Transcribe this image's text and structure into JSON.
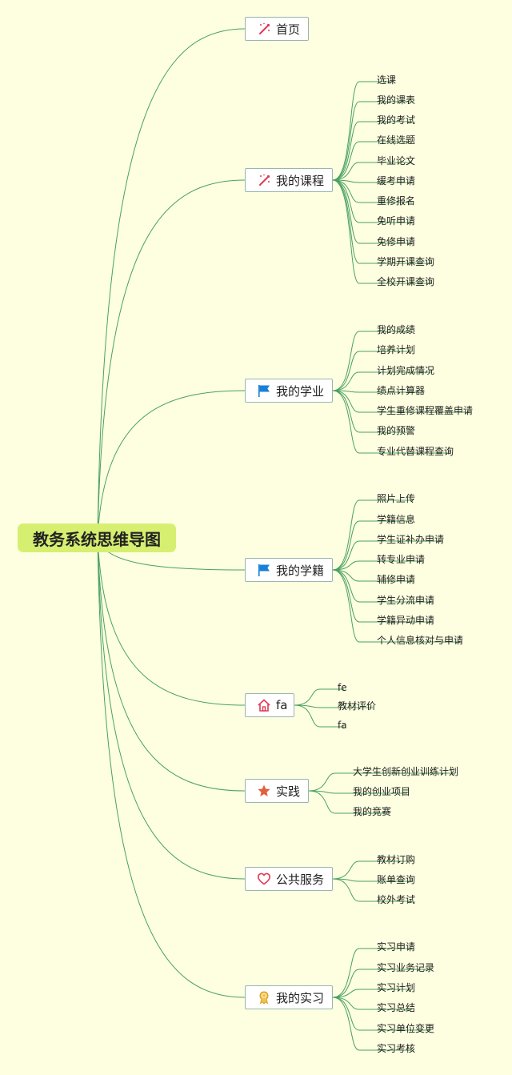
{
  "root": {
    "label": "教务系统思维导图"
  },
  "colors": {
    "background": "#fdffe0",
    "root_fill": "#d6ef70",
    "line": "#4aa163",
    "node_border": "#9bb5b0"
  },
  "branches": [
    {
      "label": "首页",
      "icon": "magic-wand-icon",
      "items": []
    },
    {
      "label": "我的课程",
      "icon": "magic-wand-icon",
      "items": [
        "选课",
        "我的课表",
        "我的考试",
        "在线选题",
        "毕业论文",
        "缓考申请",
        "重修报名",
        "免听申请",
        "免修申请",
        "学期开课查询",
        "全校开课查询"
      ]
    },
    {
      "label": "我的学业",
      "icon": "flag-icon",
      "items": [
        "我的成绩",
        "培养计划",
        "计划完成情况",
        "绩点计算器",
        "学生重修课程覆盖申请",
        "我的预警",
        "专业代替课程查询"
      ]
    },
    {
      "label": "我的学籍",
      "icon": "flag-icon",
      "items": [
        "照片上传",
        "学籍信息",
        "学生证补办申请",
        "转专业申请",
        "辅修申请",
        "学生分流申请",
        "学籍异动申请",
        "个人信息核对与申请"
      ]
    },
    {
      "label": "fa",
      "icon": "home-icon",
      "items": [
        "fe",
        "教材评价",
        "fa"
      ]
    },
    {
      "label": "实践",
      "icon": "star-icon",
      "items": [
        "大学生创新创业训练计划",
        "我的创业项目",
        "我的竞赛"
      ]
    },
    {
      "label": "公共服务",
      "icon": "heart-icon",
      "items": [
        "教材订购",
        "账单查询",
        "校外考试"
      ]
    },
    {
      "label": "我的实习",
      "icon": "medal-icon",
      "items": [
        "实习申请",
        "实习业务记录",
        "实习计划",
        "实习总结",
        "实习单位变更",
        "实习考核"
      ]
    }
  ]
}
